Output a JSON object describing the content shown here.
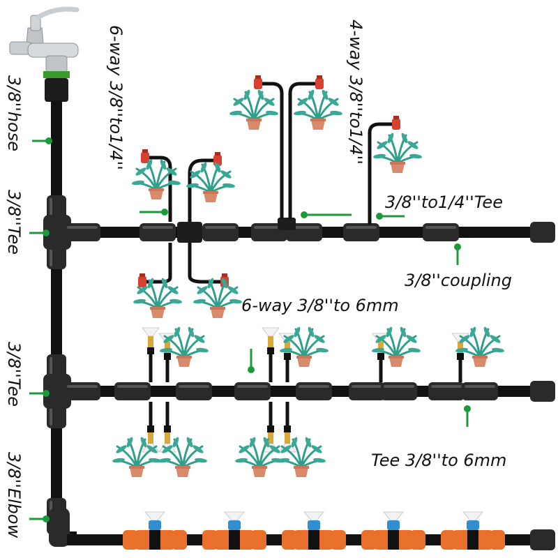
{
  "labels": {
    "hose": "3/8''hose",
    "tee_main": "3/8''Tee",
    "tee_mid": "3/8''Tee",
    "elbow": "3/8''Elbow",
    "six_way_quarter": "6-way 3/8''to1/4''",
    "four_way_quarter": "4-way 3/8''to1/4''",
    "tee_quarter": "3/8''to1/4''Tee",
    "coupling": "3/8''coupling",
    "six_way_6mm": "6-way 3/8''to 6mm",
    "tee_6mm": "Tee 3/8''to 6mm"
  },
  "colors": {
    "pipe": "#111111",
    "fitting": "#2a2a2a",
    "marker": "#1a9a3a",
    "orange": "#e8702a",
    "blue": "#2f8fd0",
    "leaf": "#2f9e8a",
    "pot": "#d98a6a",
    "dripper": "#d8412f",
    "brass": "#d9a83a"
  },
  "icons": {
    "faucet": "faucet-icon",
    "plant": "potted-plant-icon",
    "dripper": "dripper-icon",
    "sprayer": "sprayer-icon"
  }
}
